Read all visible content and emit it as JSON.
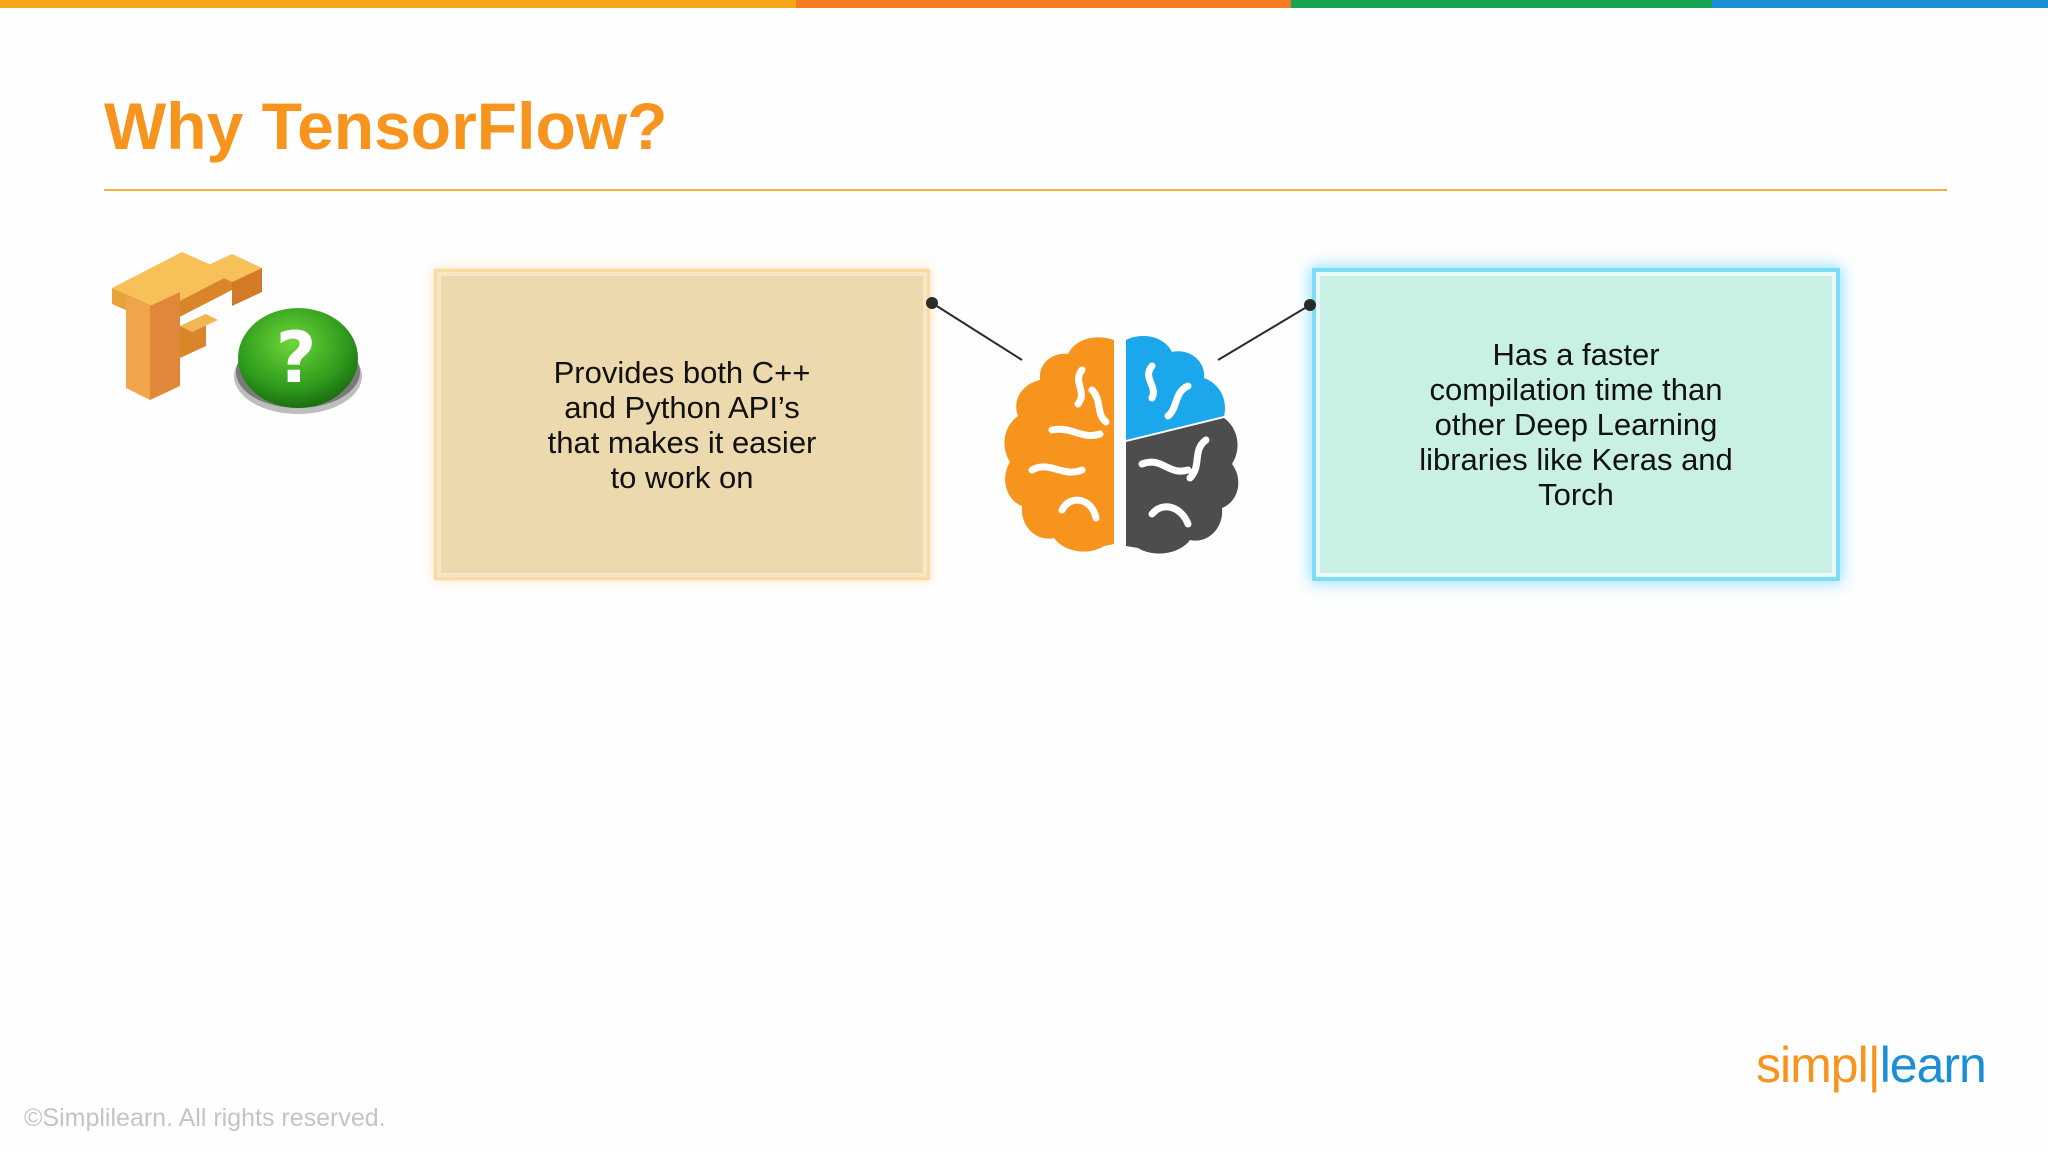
{
  "slide": {
    "title": "Why TensorFlow?",
    "copyright": "©Simplilearn. All rights reserved.",
    "brand": {
      "name": "simplilearn",
      "part1": "simpl",
      "part2": "learn"
    }
  },
  "cards": {
    "left": {
      "text": "Provides both C++\nand Python API’s\nthat makes it easier\nto work on"
    },
    "right": {
      "text": "Has a faster\ncompilation time than\nother Deep Learning\nlibraries like Keras and\nTorch"
    }
  },
  "icons": {
    "tensorflow_logo": "tensorflow-logo-icon",
    "question_button": "question-mark-button-icon",
    "brain": "brain-icon"
  },
  "colors": {
    "title": "#f7941d",
    "stripe": [
      "#f9a51a",
      "#f47b20",
      "#1aa350",
      "#1a8fd8"
    ],
    "brain_orange": "#f7941d",
    "brain_blue": "#1aa7ec",
    "brain_gray": "#4d4d4f",
    "left_card_bg": "#ecd9ae",
    "right_card_bg": "#c9f0e4",
    "brand_orange": "#f7941d",
    "brand_blue": "#1a8fd8"
  }
}
